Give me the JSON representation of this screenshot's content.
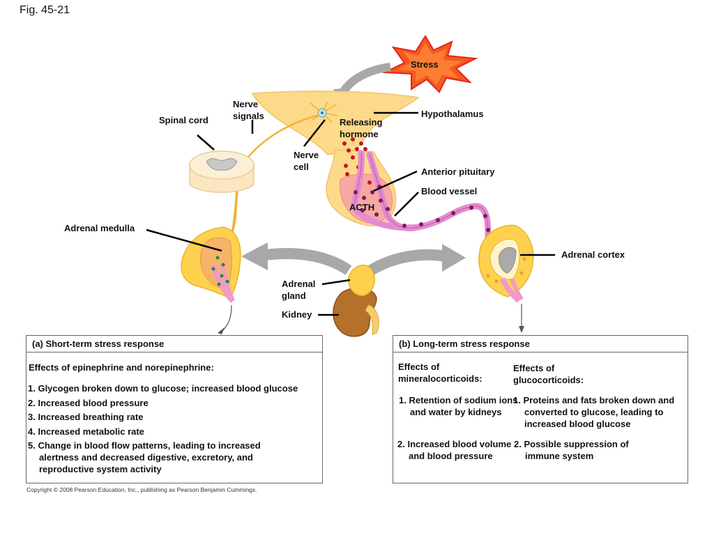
{
  "figure_label": "Fig. 45-21",
  "labels": {
    "stress": "Stress",
    "nerve_signals": "Nerve signals",
    "hypothalamus": "Hypothalamus",
    "spinal_cord": "Spinal cord",
    "releasing_hormone": "Releasing hormone",
    "nerve_cell": "Nerve cell",
    "anterior_pituitary": "Anterior pituitary",
    "blood_vessel": "Blood vessel",
    "acth": "ACTH",
    "adrenal_medulla": "Adrenal medulla",
    "adrenal_cortex": "Adrenal cortex",
    "adrenal_gland": "Adrenal gland",
    "kidney": "Kidney"
  },
  "short_term": {
    "title": "(a) Short-term stress response",
    "heading": "Effects of epinephrine and norepinephrine:",
    "items": [
      "1. Glycogen broken down to glucose; increased blood glucose",
      "2. Increased blood pressure",
      "3. Increased breathing rate",
      "4. Increased metabolic rate",
      "5. Change in blood flow patterns, leading to increased alertness and decreased digestive, excretory, and reproductive system activity"
    ]
  },
  "long_term": {
    "title": "(b) Long-term stress response",
    "mineralo_heading": "Effects of mineralocorticoids:",
    "mineralo_items": [
      "1. Retention of sodium ions and water by kidneys",
      "2. Increased blood volume and blood pressure"
    ],
    "gluco_heading": "Effects of glucocorticoids:",
    "gluco_items": [
      "1. Proteins and fats broken down and converted to glucose, leading to increased blood glucose",
      "2. Possible suppression of immune system"
    ]
  },
  "copyright": "Copyright © 2008 Pearson Education, Inc., publishing as Pearson Benjamin Cummings."
}
